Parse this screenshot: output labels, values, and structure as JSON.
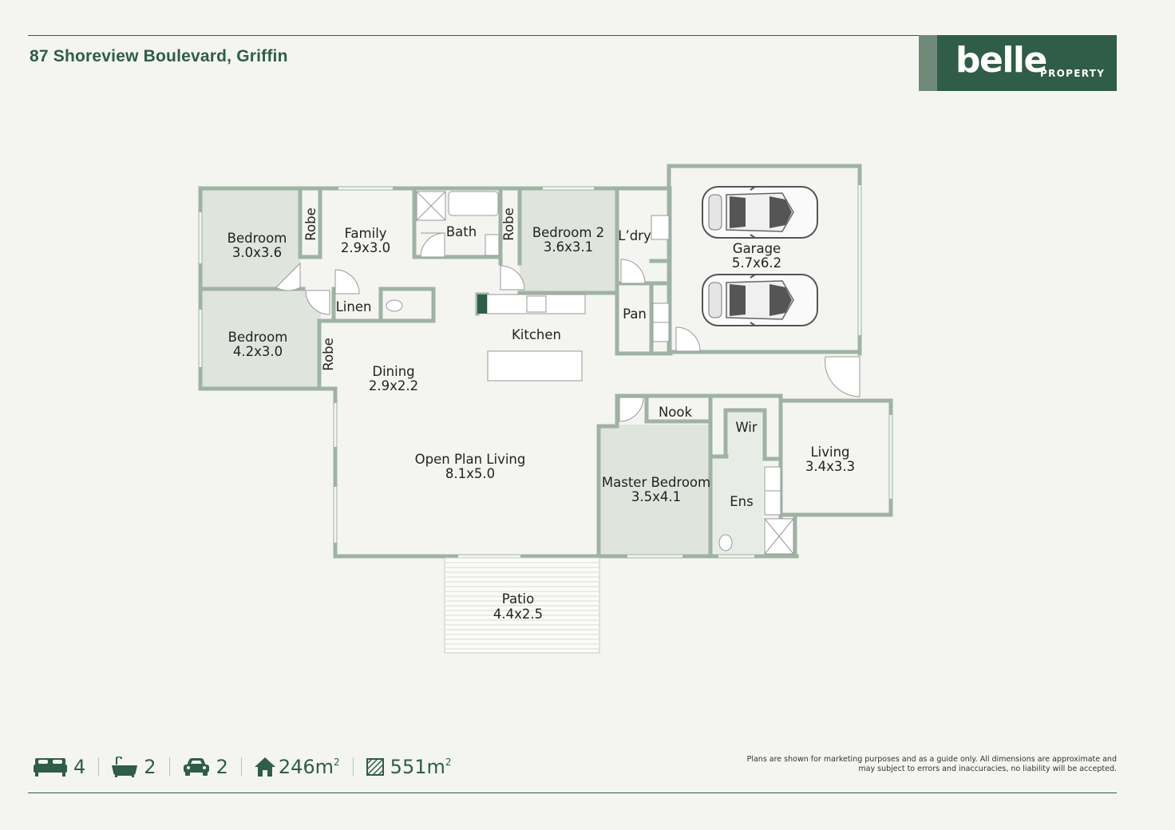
{
  "header": {
    "address": "87 Shoreview Boulevard, Griffin",
    "logo_word": "belle",
    "logo_sub": "PROPERTY"
  },
  "rooms": {
    "bedroom_a": {
      "name": "Bedroom",
      "size": "3.0x3.6"
    },
    "robe_a": {
      "name": "Robe"
    },
    "family": {
      "name": "Family",
      "size": "2.9x3.0"
    },
    "bath": {
      "name": "Bath"
    },
    "robe_b": {
      "name": "Robe"
    },
    "bedroom2": {
      "name": "Bedroom 2",
      "size": "3.6x3.1"
    },
    "laundry": {
      "name": "L’dry"
    },
    "garage": {
      "name": "Garage",
      "size": "5.7x6.2"
    },
    "linen": {
      "name": "Linen"
    },
    "pantry": {
      "name": "Pan"
    },
    "kitchen": {
      "name": "Kitchen"
    },
    "bedroom_b": {
      "name": "Bedroom",
      "size": "4.2x3.0"
    },
    "robe_c": {
      "name": "Robe"
    },
    "dining": {
      "name": "Dining",
      "size": "2.9x2.2"
    },
    "nook": {
      "name": "Nook"
    },
    "wir": {
      "name": "Wir"
    },
    "living": {
      "name": "Living",
      "size": "3.4x3.3"
    },
    "open_plan": {
      "name": "Open Plan Living",
      "size": "8.1x5.0"
    },
    "master": {
      "name": "Master Bedroom",
      "size": "3.5x4.1"
    },
    "ensuite": {
      "name": "Ens"
    },
    "patio": {
      "name": "Patio",
      "size": "4.4x2.5"
    }
  },
  "stats": {
    "beds": "4",
    "baths": "2",
    "cars": "2",
    "house_area": "246m",
    "land_area": "551m",
    "area_exponent": "2"
  },
  "disclaimer": "Plans are shown for marketing purposes and as a guide only. All dimensions are approximate and may subject to errors and inaccuracies, no liability will be accepted.",
  "colors": {
    "brand_green": "#2f5d47",
    "wall": "#9fb3a4",
    "room_fill": "#dfe4dd",
    "background": "#f4f5f1"
  }
}
